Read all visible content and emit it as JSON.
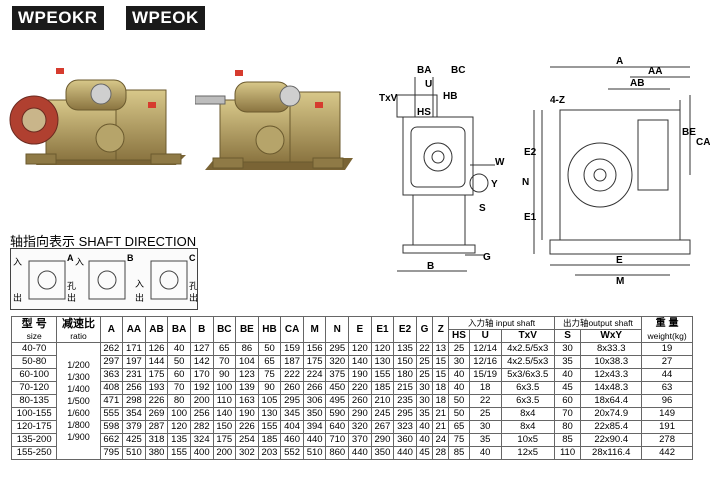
{
  "header": {
    "tag_left": "WPEOKR",
    "tag_right": "WPEOK"
  },
  "photos": [
    {
      "icon": "gearbox-photo"
    },
    {
      "icon": "gearbox-photo"
    }
  ],
  "side_view": {
    "labels": [
      "BA",
      "BC",
      "U",
      "HB",
      "TxV",
      "HS",
      "W",
      "Y",
      "S",
      "G",
      "B"
    ]
  },
  "front_view": {
    "labels": [
      "A",
      "AA",
      "AB",
      "4-Z",
      "E2",
      "N",
      "E1",
      "BE",
      "CA",
      "E",
      "M"
    ]
  },
  "shaft_direction": {
    "title": "轴指向表示  SHAFT DIRECTION",
    "labels": [
      "入",
      "A",
      "入",
      "B",
      "C",
      "入",
      "孔",
      "出",
      "出",
      "孔",
      "出",
      "出"
    ]
  },
  "table": {
    "head": {
      "model_top": "型 号",
      "model_bottom": "size",
      "ratio_top": "减速比",
      "ratio_bottom": "ratio",
      "input_shaft": "入力轴 input shaft",
      "output_shaft": "出力轴output shaft",
      "weight_top": "重 量",
      "weight_bottom": "weight(kg)",
      "cols": [
        "A",
        "AA",
        "AB",
        "BA",
        "B",
        "BC",
        "BE",
        "HB",
        "CA",
        "M",
        "N",
        "E",
        "E1",
        "E2",
        "G",
        "Z"
      ],
      "input_cols": [
        "HS",
        "U",
        "TxV"
      ],
      "output_cols": [
        "S",
        "WxY"
      ]
    },
    "ratios": [
      "1/200",
      "1/300",
      "1/400",
      "1/500",
      "1/600",
      "1/800",
      "1/900"
    ],
    "rows": [
      [
        "40-70",
        "262",
        "171",
        "126",
        "40",
        "127",
        "65",
        "86",
        "50",
        "159",
        "156",
        "295",
        "120",
        "120",
        "135",
        "22",
        "13",
        "25",
        "12/14",
        "4x2.5/5x3",
        "30",
        "8x33.3",
        "19"
      ],
      [
        "50-80",
        "297",
        "197",
        "144",
        "50",
        "142",
        "70",
        "104",
        "65",
        "187",
        "175",
        "320",
        "140",
        "130",
        "150",
        "25",
        "15",
        "30",
        "12/16",
        "4x2.5/5x3",
        "35",
        "10x38.3",
        "27"
      ],
      [
        "60-100",
        "363",
        "231",
        "175",
        "60",
        "170",
        "90",
        "123",
        "75",
        "222",
        "224",
        "375",
        "190",
        "155",
        "180",
        "25",
        "15",
        "40",
        "15/19",
        "5x3/6x3.5",
        "40",
        "12x43.3",
        "44"
      ],
      [
        "70-120",
        "408",
        "256",
        "193",
        "70",
        "192",
        "100",
        "139",
        "90",
        "260",
        "266",
        "450",
        "220",
        "185",
        "215",
        "30",
        "18",
        "40",
        "18",
        "6x3.5",
        "45",
        "14x48.3",
        "63"
      ],
      [
        "80-135",
        "471",
        "298",
        "226",
        "80",
        "200",
        "110",
        "163",
        "105",
        "295",
        "306",
        "495",
        "260",
        "210",
        "235",
        "30",
        "18",
        "50",
        "22",
        "6x3.5",
        "60",
        "18x64.4",
        "96"
      ],
      [
        "100-155",
        "555",
        "354",
        "269",
        "100",
        "256",
        "140",
        "190",
        "130",
        "345",
        "350",
        "590",
        "290",
        "245",
        "295",
        "35",
        "21",
        "50",
        "25",
        "8x4",
        "70",
        "20x74.9",
        "149"
      ],
      [
        "120-175",
        "598",
        "379",
        "287",
        "120",
        "282",
        "150",
        "226",
        "155",
        "404",
        "394",
        "640",
        "320",
        "267",
        "323",
        "40",
        "21",
        "65",
        "30",
        "8x4",
        "80",
        "22x85.4",
        "191"
      ],
      [
        "135-200",
        "662",
        "425",
        "318",
        "135",
        "324",
        "175",
        "254",
        "185",
        "460",
        "440",
        "710",
        "370",
        "290",
        "360",
        "40",
        "24",
        "75",
        "35",
        "10x5",
        "85",
        "22x90.4",
        "278"
      ],
      [
        "155-250",
        "795",
        "510",
        "380",
        "155",
        "400",
        "200",
        "302",
        "203",
        "552",
        "510",
        "860",
        "440",
        "350",
        "440",
        "45",
        "28",
        "85",
        "40",
        "12x5",
        "110",
        "28x116.4",
        "442"
      ]
    ]
  }
}
